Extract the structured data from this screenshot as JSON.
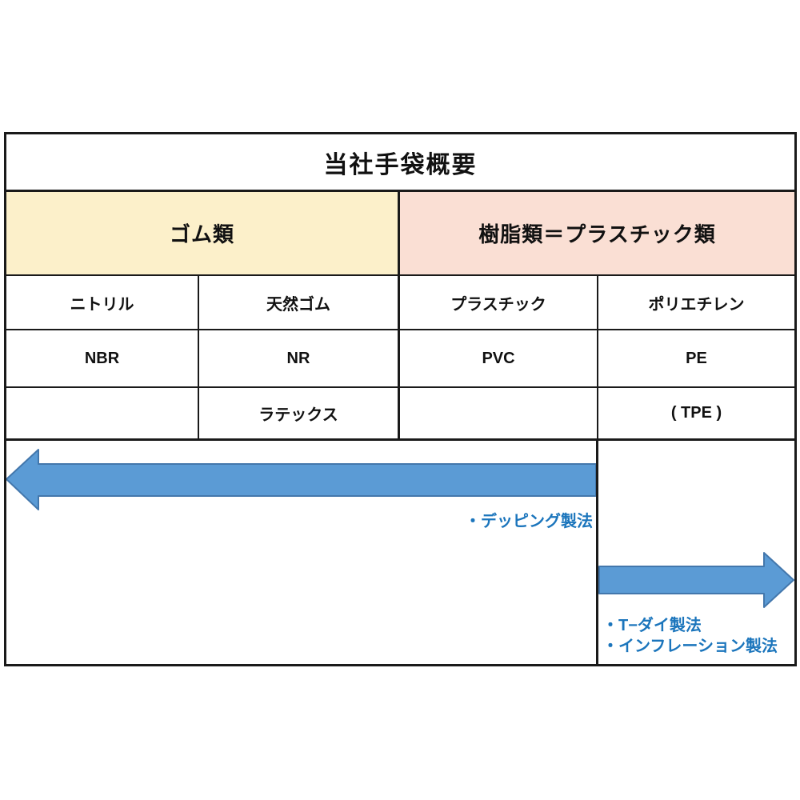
{
  "table": {
    "title": "当社手袋概要",
    "groups": [
      {
        "label": "ゴム類"
      },
      {
        "label": "樹脂類＝プラスチック類"
      }
    ],
    "rows": {
      "material": [
        "ニトリル",
        "天然ゴム",
        "プラスチック",
        "ポリエチレン"
      ],
      "code": [
        "NBR",
        "NR",
        "PVC",
        "PE"
      ],
      "variant": [
        "",
        "ラテックス",
        "",
        "( TPE )"
      ]
    }
  },
  "production": {
    "rubber_method": "・デッピング製法",
    "plastic_methods": [
      "・T−ダイ製法",
      "・インフレーション製法"
    ]
  },
  "colors": {
    "rubber_header_bg": "#FCF0CA",
    "plastic_header_bg": "#FADFD4",
    "arrow_fill": "#5B9BD5",
    "arrow_stroke": "#4377AC",
    "method_text": "#1B75BC",
    "border": "#1A1A1A"
  }
}
